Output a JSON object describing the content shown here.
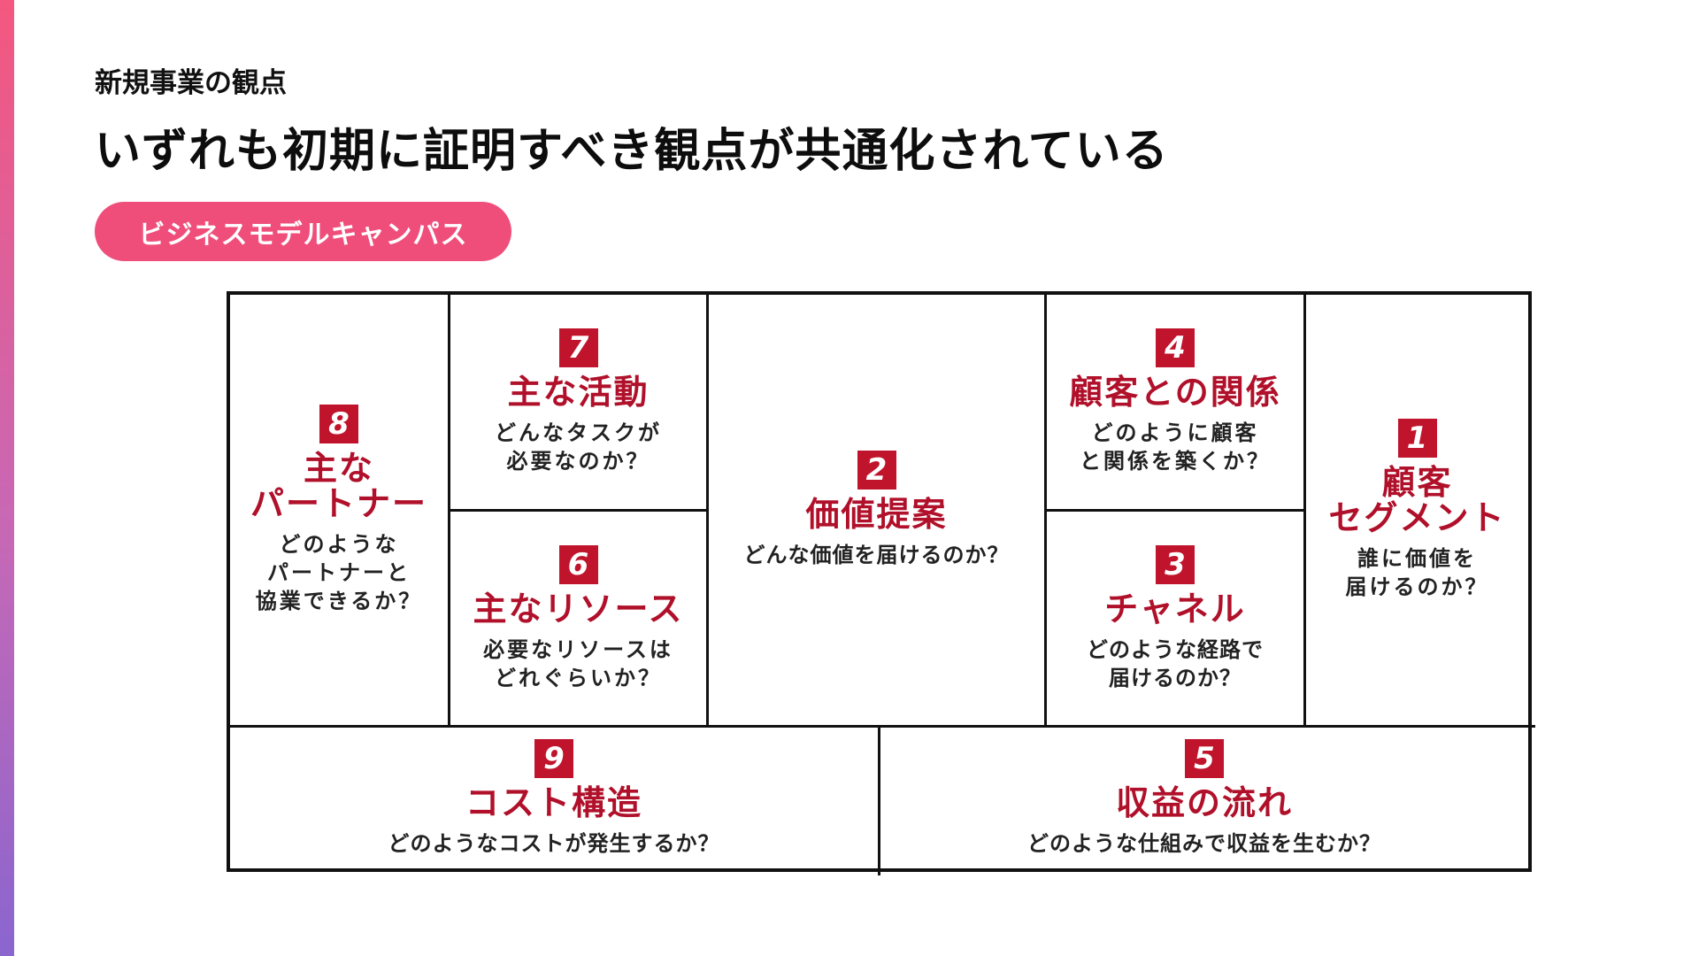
{
  "eyebrow": "新規事業の観点",
  "headline": "いずれも初期に証明すべき観点が共通化されている",
  "badge": "ビジネスモデルキャンパス",
  "colors": {
    "accent_bar_top": "#f4577f",
    "accent_bar_bottom": "#8a66cf",
    "badge_bg": "#f04e7a",
    "block_red": "#c0142c",
    "block_title": "#b0102a"
  },
  "canvas": {
    "key_partners": {
      "number": "8",
      "title_lines": [
        "主な",
        "パートナー"
      ],
      "desc_lines": [
        "どのような",
        "パートナーと",
        "協業できるか？"
      ]
    },
    "key_activities": {
      "number": "7",
      "title_lines": [
        "主な活動"
      ],
      "desc_lines": [
        "どんなタスクが",
        "必要なのか？"
      ]
    },
    "key_resources": {
      "number": "6",
      "title_lines": [
        "主なリソース"
      ],
      "desc_lines": [
        "必要なリソースは",
        "どれぐらいか？"
      ]
    },
    "value_proposition": {
      "number": "2",
      "title_lines": [
        "価値提案"
      ],
      "desc_lines": [
        "どんな価値を届けるのか？"
      ]
    },
    "customer_relationships": {
      "number": "4",
      "title_lines": [
        "顧客との関係"
      ],
      "desc_lines": [
        "どのように顧客",
        "と関係を築くか？"
      ]
    },
    "channels": {
      "number": "3",
      "title_lines": [
        "チャネル"
      ],
      "desc_lines": [
        "どのような経路で",
        "届けるのか？"
      ]
    },
    "customer_segments": {
      "number": "1",
      "title_lines": [
        "顧客",
        "セグメント"
      ],
      "desc_lines": [
        "誰に価値を",
        "届けるのか？"
      ]
    },
    "cost_structure": {
      "number": "9",
      "title_lines": [
        "コスト構造"
      ],
      "desc_lines": [
        "どのようなコストが発生するか？"
      ]
    },
    "revenue_streams": {
      "number": "5",
      "title_lines": [
        "収益の流れ"
      ],
      "desc_lines": [
        "どのような仕組みで収益を生むか？"
      ]
    }
  }
}
